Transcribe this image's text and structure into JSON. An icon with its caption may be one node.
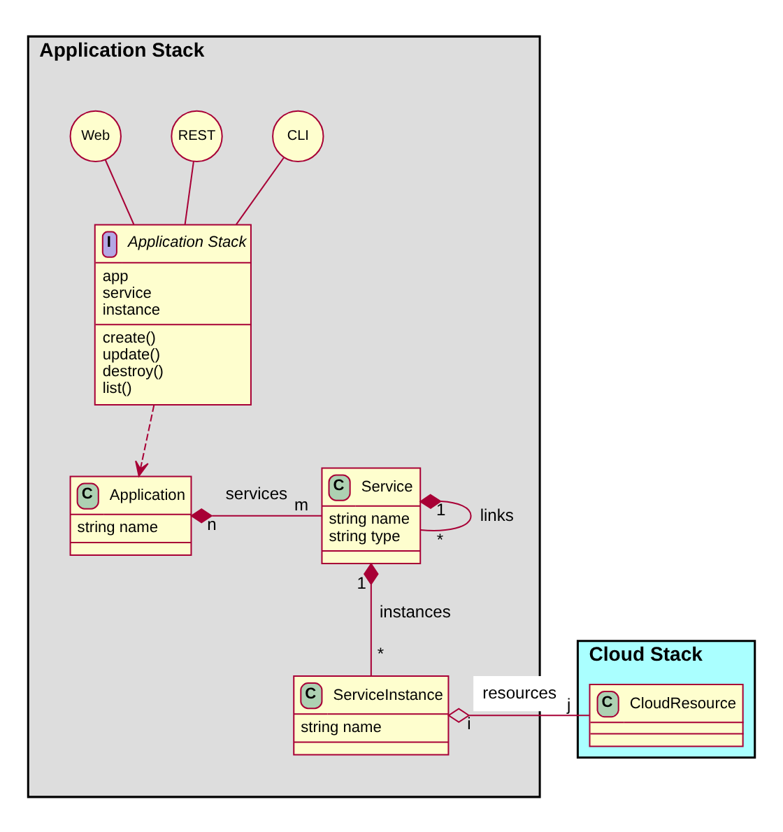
{
  "diagram": {
    "nodes": [
      {
        "text": [
          "Application Stack"
        ]
      },
      {
        "text": [
          "Web"
        ],
        "in": 0
      },
      {
        "text": [
          "REST"
        ],
        "in": 0
      },
      {
        "text": [
          "CLI"
        ],
        "in": 0
      },
      {
        "text": [
          "I",
          "Application Stack",
          "app",
          "service",
          "instance",
          "create()",
          "update()",
          "destroy()",
          "list()"
        ],
        "in": 0
      },
      {
        "text": [
          "C",
          "Application",
          "string name"
        ],
        "in": 0
      },
      {
        "text": [
          "C",
          "Service",
          "string name",
          "string type"
        ],
        "in": 0
      },
      {
        "text": [
          "C",
          "ServiceInstance",
          "string name"
        ],
        "in": 0
      },
      {
        "text": [
          "Cloud Stack"
        ]
      },
      {
        "text": [
          "C",
          "CloudResource"
        ],
        "in": 8
      }
    ],
    "edges": [
      {
        "from": 1,
        "to": 4,
        "arrow": "none"
      },
      {
        "from": 2,
        "to": 4,
        "arrow": "none"
      },
      {
        "from": 3,
        "to": 4,
        "arrow": "none"
      },
      {
        "from": 4,
        "to": 5,
        "arrow": "to",
        "style": "dashed"
      },
      {
        "from": 5,
        "to": 6,
        "arrow": "other",
        "label": "services"
      },
      {
        "from": 6,
        "to": 6,
        "arrow": "other",
        "label": "links"
      },
      {
        "from": 6,
        "to": 7,
        "arrow": "other",
        "label": "instances"
      },
      {
        "from": 7,
        "to": 9,
        "arrow": "other",
        "label": "resources"
      }
    ],
    "labels": [
      "1",
      "n",
      "m",
      "*",
      "1",
      "*",
      "i",
      "j"
    ]
  }
}
